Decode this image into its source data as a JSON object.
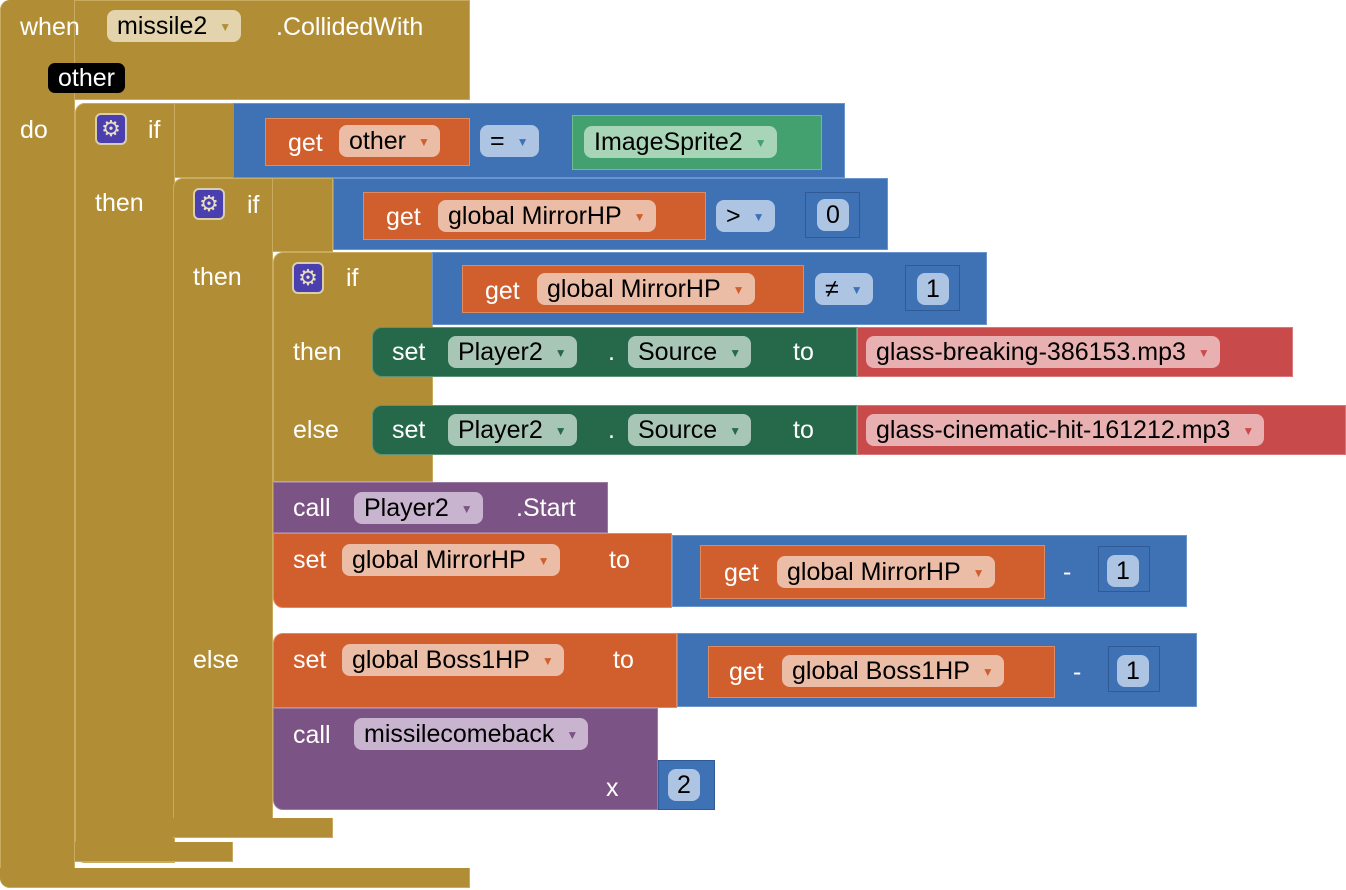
{
  "event": {
    "when": "when",
    "component": "missile2",
    "event_name": ".CollidedWith",
    "param": "other",
    "do": "do"
  },
  "if1": {
    "if": "if",
    "then": "then",
    "get": "get",
    "var": "other",
    "op": "=",
    "component": "ImageSprite2"
  },
  "if2": {
    "if": "if",
    "then": "then",
    "else": "else",
    "get": "get",
    "var": "global MirrorHP",
    "op": ">",
    "value": "0"
  },
  "if3": {
    "if": "if",
    "then": "then",
    "else": "else",
    "get": "get",
    "var": "global MirrorHP",
    "op": "≠",
    "value": "1"
  },
  "set_then": {
    "set": "set",
    "component": "Player2",
    "dot": ".",
    "property": "Source",
    "to": "to",
    "value": "glass-breaking-386153.mp3"
  },
  "set_else": {
    "set": "set",
    "component": "Player2",
    "dot": ".",
    "property": "Source",
    "to": "to",
    "value": "glass-cinematic-hit-161212.mp3"
  },
  "call_start": {
    "call": "call",
    "component": "Player2",
    "method": ".Start"
  },
  "set_mirror": {
    "set": "set",
    "var": "global MirrorHP",
    "to": "to",
    "get": "get",
    "get_var": "global MirrorHP",
    "op": "-",
    "value": "1"
  },
  "set_boss": {
    "set": "set",
    "var": "global Boss1HP",
    "to": "to",
    "get": "get",
    "get_var": "global Boss1HP",
    "op": "-",
    "value": "1"
  },
  "call_proc": {
    "call": "call",
    "procedure": "missilecomeback",
    "arg_name": "x",
    "arg_value": "2"
  },
  "colors": {
    "control": "#b18e35",
    "math": "#3f71b5",
    "variable": "#d05f2d",
    "component_set": "#26694a",
    "text": "#c84a4a",
    "procedure": "#7c5385"
  }
}
